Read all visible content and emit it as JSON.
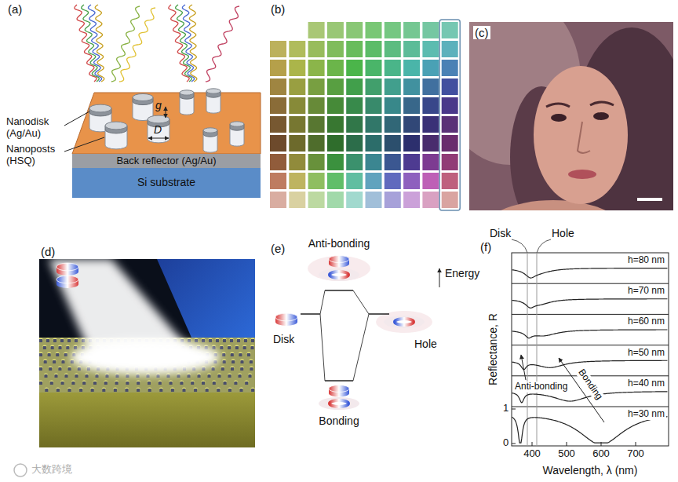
{
  "diagram": {
    "nodes": [
      {
        "text": [
          "Back reflector (Ag/Au)"
        ]
      },
      {
        "text": [
          "Si substrate"
        ]
      }
    ],
    "labels": [
      "(a)",
      "Nanodisk (Ag/Au)",
      "Nanoposts (HSQ)",
      "g",
      "D",
      "(b)",
      "(c)",
      "(d)",
      "(e)",
      "Anti-bonding",
      "Energy",
      "Disk",
      "Hole",
      "Bonding",
      "(f)",
      "Disk",
      "Hole",
      "h=80 nm",
      "h=70 nm",
      "h=60 nm",
      "h=50 nm",
      "h=40 nm",
      "h=30 nm",
      "Anti-bonding",
      "Bonding",
      "Reflectance, R",
      "1",
      "0",
      "400",
      "500",
      "600",
      "700",
      "Wavelength, λ (nm)",
      "大数跨境"
    ]
  }
}
